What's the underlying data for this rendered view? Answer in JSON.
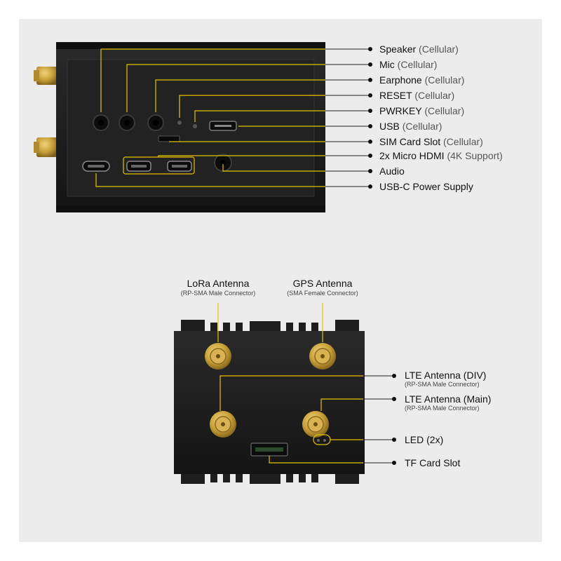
{
  "top_callouts": [
    {
      "main": "Speaker",
      "sub": "(Cellular)"
    },
    {
      "main": "Mic",
      "sub": "(Cellular)"
    },
    {
      "main": "Earphone",
      "sub": "(Cellular)"
    },
    {
      "main": "RESET",
      "sub": "(Cellular)"
    },
    {
      "main": "PWRKEY",
      "sub": "(Cellular)"
    },
    {
      "main": "USB",
      "sub": "(Cellular)"
    },
    {
      "main": "SIM Card Slot",
      "sub": "(Cellular)"
    },
    {
      "main": "2x Micro HDMI",
      "sub": "(4K Support)"
    },
    {
      "main": "Audio",
      "sub": ""
    },
    {
      "main": "USB-C Power Supply",
      "sub": ""
    }
  ],
  "bottom_callouts": {
    "lora": {
      "main": "LoRa Antenna",
      "sub": "(RP-SMA Male Connector)"
    },
    "gps": {
      "main": "GPS Antenna",
      "sub": "(SMA Female Connector)"
    },
    "lte_div": {
      "main": "LTE Antenna (DIV)",
      "sub": "(RP-SMA Male Connector)"
    },
    "lte_main": {
      "main": "LTE Antenna (Main)",
      "sub": "(RP-SMA Male Connector)"
    },
    "led": {
      "main": "LED (2x)",
      "sub": ""
    },
    "tf": {
      "main": "TF Card Slot",
      "sub": ""
    }
  },
  "colors": {
    "background": "#ececec",
    "device": "#1b1b1b",
    "callout_line": "#e2c400",
    "label_text": "#111111",
    "gold": "#c9a038"
  }
}
